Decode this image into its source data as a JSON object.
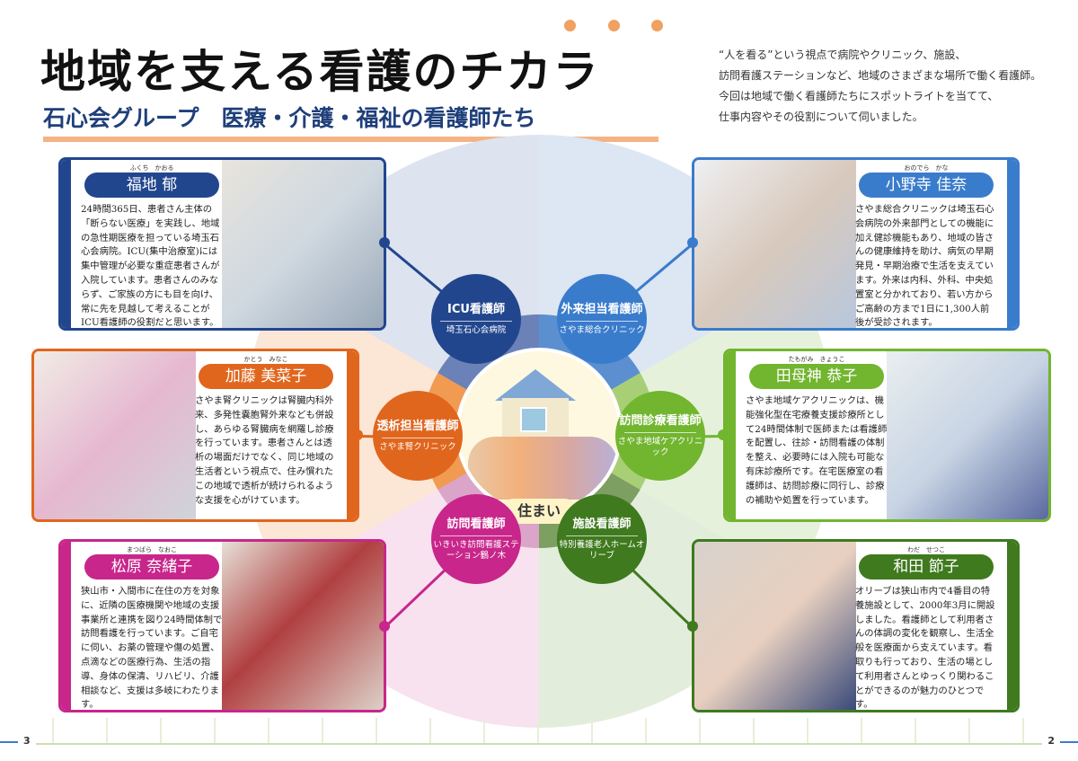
{
  "header": {
    "title": "地域を支える看護のチカラ",
    "subtitle": "石心会グループ　医療・介護・福祉の看護師たち",
    "intro": [
      "“人を看る”という視点で病院やクリニック、施設、",
      "訪問看護ステーションなど、地域のさまざまな場所で働く看護師。",
      "今回は地域で働く看護師たちにスポットライトを当てて、",
      "仕事内容やその役割について伺いました。"
    ]
  },
  "center": {
    "label": "住まい"
  },
  "roles": [
    {
      "role": "ICU看護師",
      "place": "埼玉石心会病院",
      "color": "#22468e"
    },
    {
      "role": "外来担当看護師",
      "place": "さやま総合クリニック",
      "color": "#3a7ccc"
    },
    {
      "role": "透析担当看護師",
      "place": "さやま腎クリニック",
      "color": "#e0661e"
    },
    {
      "role": "訪問診療看護師",
      "place": "さやま地域ケアクリニック",
      "color": "#72b52f"
    },
    {
      "role": "訪問看護師",
      "place": "いきいき訪問看護ステーション鶴ノ木",
      "color": "#c8268b"
    },
    {
      "role": "施設看護師",
      "place": "特別養護老人ホームオリーブ",
      "color": "#3f7a1e"
    }
  ],
  "nurses": [
    {
      "name": "福地 郁",
      "ruby": "ふくち　かおる",
      "color": "#22468e",
      "text": "24時間365日、患者さん主体の「断らない医療」を実践し、地域の急性期医療を担っている埼玉石心会病院。ICU(集中治療室)には集中管理が必要な重症患者さんが入院しています。患者さんのみならず、ご家族の方にも目を向け、常に先を見越して考えることがICU看護師の役割だと思います。"
    },
    {
      "name": "小野寺 佳奈",
      "ruby": "おのでら　かな",
      "color": "#3a7ccc",
      "text": "さやま総合クリニックは埼玉石心会病院の外来部門としての機能に加え健診機能もあり、地域の皆さんの健康維持を助け、病気の早期発見・早期治療で生活を支えています。外来は内科、外科、中央処置室と分かれており、若い方からご高齢の方まで1日に1,300人前後が受診されます。"
    },
    {
      "name": "加藤 美菜子",
      "ruby": "かとう　みなこ",
      "color": "#e0661e",
      "text": "さやま腎クリニックは腎臓内科外来、多発性嚢胞腎外来なども併設し、あらゆる腎臓病を網羅し診療を行っています。患者さんとは透析の場面だけでなく、同じ地域の生活者という視点で、住み慣れたこの地域で透析が続けられるような支援を心がけています。"
    },
    {
      "name": "田母神 恭子",
      "ruby": "たもがみ　きょうこ",
      "color": "#72b52f",
      "text": "さやま地域ケアクリニックは、機能強化型在宅療養支援診療所として24時間体制で医師または看護師を配置し、往診・訪問看護の体制を整え、必要時には入院も可能な有床診療所です。在宅医療室の看護師は、訪問診療に同行し、診療の補助や処置を行っています。"
    },
    {
      "name": "松原 奈緒子",
      "ruby": "まつばら　なおこ",
      "color": "#c8268b",
      "text": "狭山市・入間市に在住の方を対象に、近隣の医療機関や地域の支援事業所と連携を図り24時間体制で訪問看護を行っています。ご自宅に伺い、お薬の管理や傷の処置、点滴などの医療行為、生活の指導、身体の保清、リハビリ、介護相談など、支援は多岐にわたります。"
    },
    {
      "name": "和田 節子",
      "ruby": "わだ　せつこ",
      "color": "#3f7a1e",
      "text": "オリーブは狭山市内で4番目の特養施設として、2000年3月に開設しました。看護師として利用者さんの体調の変化を観察し、生活全般を医療面から支えています。看取りも行っており、生活の場として利用者さんとゆっくり関わることができるのが魅力のひとつです。"
    }
  ],
  "footer": {
    "page_left": "3",
    "page_right": "2"
  }
}
